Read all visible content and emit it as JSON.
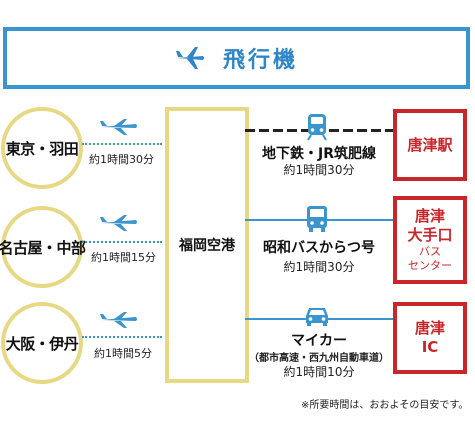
{
  "header": {
    "title": "飛行機",
    "icon": "airplane-icon",
    "color": "#3a95cf"
  },
  "origins": [
    {
      "name": "東京・羽田",
      "flight_time": "約1時間30分"
    },
    {
      "name": "名古屋・中部",
      "flight_time": "約1時間15分"
    },
    {
      "name": "大阪・伊丹",
      "flight_time": "約1時間5分"
    }
  ],
  "airport": {
    "name": "福岡空港"
  },
  "routes": [
    {
      "icon": "train-icon",
      "name": "地下鉄・JR筑肥線",
      "note": "",
      "time": "約1時間30分"
    },
    {
      "icon": "bus-icon",
      "name": "昭和バスからつ号",
      "note": "",
      "time": "約1時間30分"
    },
    {
      "icon": "car-icon",
      "name": "マイカー",
      "note": "（都市高速・西九州自動車道）",
      "time": "約1時間10分"
    }
  ],
  "destinations": [
    {
      "line1": "唐津駅"
    },
    {
      "line1": "唐津",
      "line2": "大手口",
      "line3": "バス",
      "line4": "センター"
    },
    {
      "line1": "唐津",
      "line2": "IC"
    }
  ],
  "footnote": "※所要時間は、おおよその目安です。",
  "colors": {
    "blue": "#3a95cf",
    "red": "#c8262b",
    "yellow": "#e7d983"
  }
}
